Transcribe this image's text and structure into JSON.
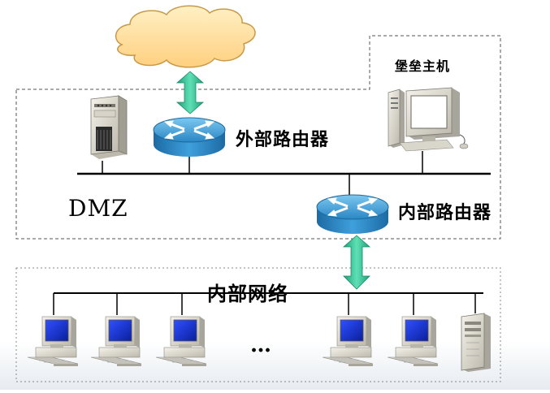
{
  "diagram": {
    "bastion_host_label": "堡垒主机",
    "external_router_label": "外部路由器",
    "internal_router_label": "内部路由器",
    "dmz_label": "DMZ",
    "internal_network_label": "内部网络",
    "ellipsis": "…"
  },
  "colors": {
    "cloud_fill": "#ffd98a",
    "cloud_stroke": "#c8a050",
    "router_blue": "#3a9ad4",
    "arrow_green": "#2fb98a",
    "monitor_screen": "#1a3fd0",
    "bus_line": "#000000",
    "dashed_border": "#555555"
  }
}
